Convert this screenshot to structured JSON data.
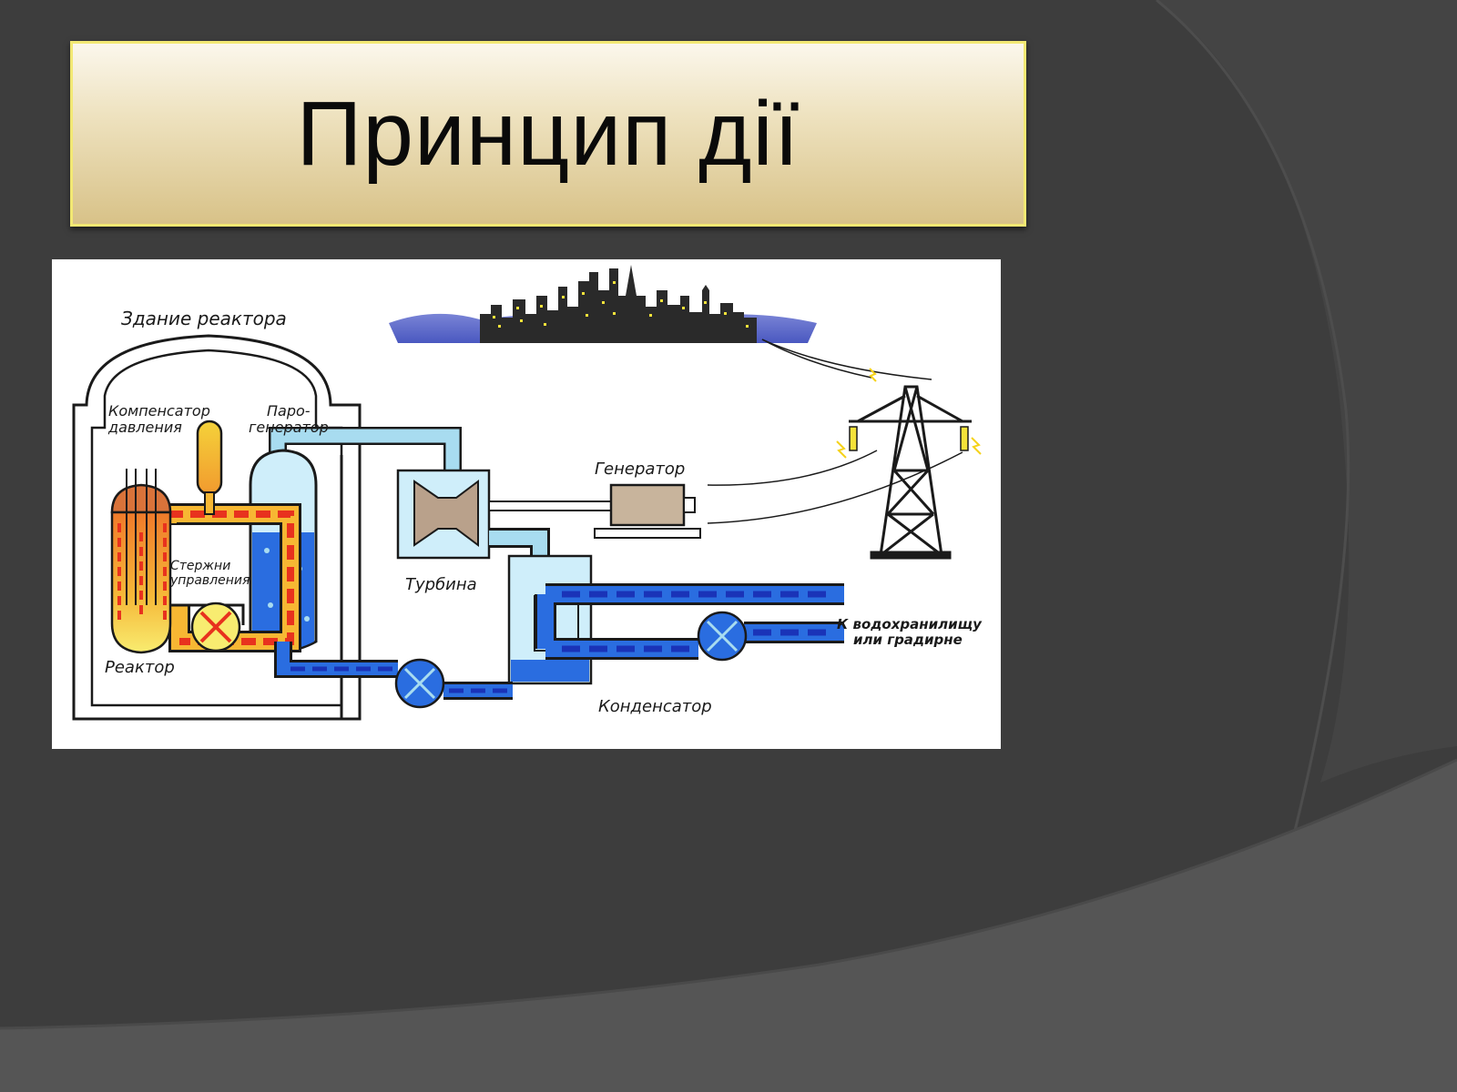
{
  "slide": {
    "title": "Принцип дії"
  },
  "diagram": {
    "labels": {
      "reactor_building": "Здание реактора",
      "pressurizer_line1": "Компенсатор",
      "pressurizer_line2": "давления",
      "steam_gen_line1": "Паро-",
      "steam_gen_line2": "генератор",
      "generator": "Генератор",
      "control_rods_line1": "Стержни",
      "control_rods_line2": "управления",
      "turbine": "Турбина",
      "reservoir_line1": "К водохранилищу",
      "reservoir_line2": "или градирне",
      "reactor": "Реактор",
      "condenser": "Конденсатор"
    }
  },
  "colors": {
    "background": "#3d3d3d",
    "title_border": "#f2e873",
    "coolant_hot": "#e8321e",
    "coolant_hot_fill": "#f7b733",
    "water_blue": "#2a6de0",
    "water_dash": "#1a33b8",
    "steam_light": "#a8dcf0"
  }
}
